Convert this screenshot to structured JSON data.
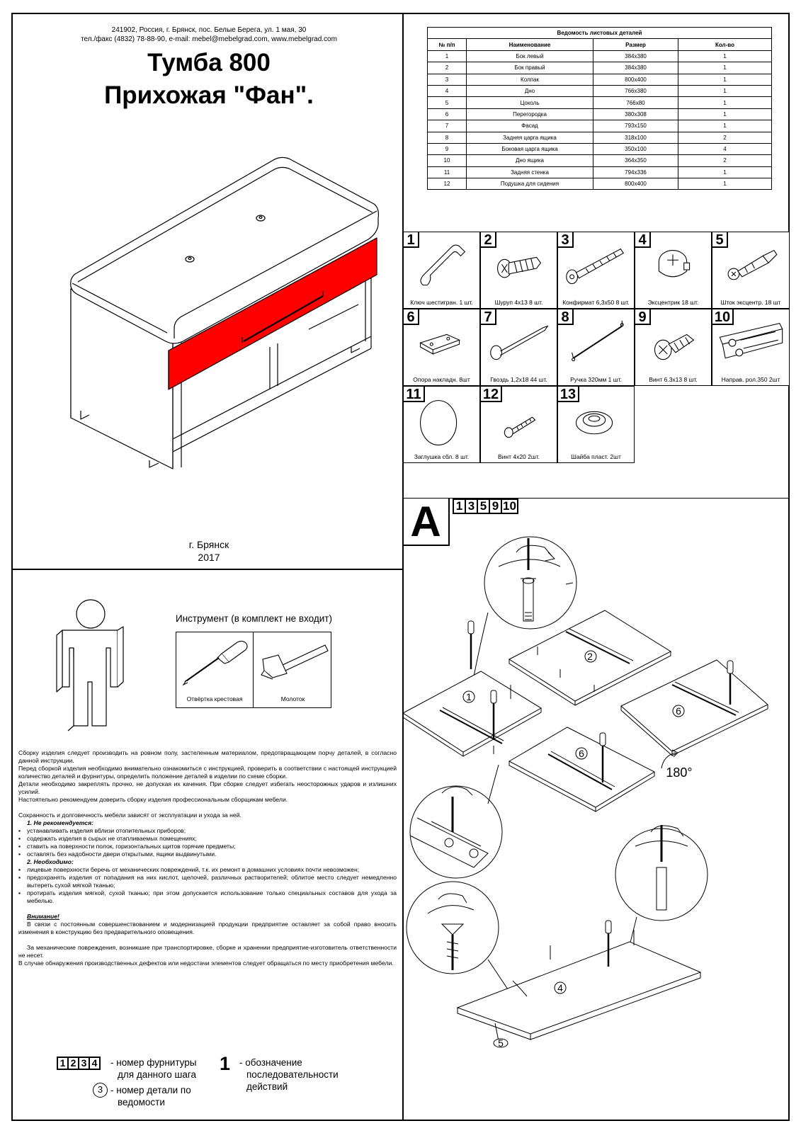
{
  "cover": {
    "address_line1": "241902, Россия, г. Брянск, пос. Белые Берега, ул. 1 мая, 30",
    "address_line2": "тел./факс (4832) 78-88-90, e-mail: mebel@mebelgrad.com, www.mebelgrad.com",
    "title_line1": "Тумба 800",
    "title_line2": "Прихожая \"Фан\".",
    "city": "г. Брянск",
    "year": "2017",
    "accent_color": "#ff0000"
  },
  "parts_table": {
    "caption": "Ведомость листовых деталей",
    "headers": [
      "№ п/п",
      "Наименование",
      "Размер",
      "Кол-во"
    ],
    "rows": [
      [
        "1",
        "Бок левый",
        "384x380",
        "1"
      ],
      [
        "2",
        "Бок правый",
        "384x380",
        "1"
      ],
      [
        "3",
        "Колпак",
        "800x400",
        "1"
      ],
      [
        "4",
        "Дно",
        "766x380",
        "1"
      ],
      [
        "5",
        "Цоколь",
        "766x80",
        "1"
      ],
      [
        "6",
        "Перегородка",
        "380x308",
        "1"
      ],
      [
        "7",
        "Фасад",
        "793x150",
        "1"
      ],
      [
        "8",
        "Задняя царга ящика",
        "318x100",
        "2"
      ],
      [
        "9",
        "Боковая царга ящика",
        "350x100",
        "4"
      ],
      [
        "10",
        "Дно ящика",
        "364x350",
        "2"
      ],
      [
        "11",
        "Задняя стенка",
        "794x336",
        "1"
      ],
      [
        "12",
        "Подушка для сидения",
        "800x400",
        "1"
      ]
    ]
  },
  "hardware": [
    {
      "num": "1",
      "label": "Ключ шестигран. 1 шт.",
      "icon": "hex-key-icon"
    },
    {
      "num": "2",
      "label": "Шуруп 4x13 8 шт.",
      "icon": "screw-icon"
    },
    {
      "num": "3",
      "label": "Конфирмат 6,3x50 8 шт.",
      "icon": "confirmat-screw-icon"
    },
    {
      "num": "4",
      "label": "Эксцентрик 18 шт.",
      "icon": "eccentric-icon"
    },
    {
      "num": "5",
      "label": "Шток эксцентр. 18 шт",
      "icon": "eccentric-rod-icon"
    },
    {
      "num": "6",
      "label": "Опора накладн. 8шт",
      "icon": "foot-pad-icon"
    },
    {
      "num": "7",
      "label": "Гвоздь 1,2x18 44 шт.",
      "icon": "nail-icon"
    },
    {
      "num": "8",
      "label": "Ручка 320мм 1 шт.",
      "icon": "handle-icon"
    },
    {
      "num": "9",
      "label": "Винт 6.3x13 8 шт.",
      "icon": "bolt-icon"
    },
    {
      "num": "10",
      "label": "Направ. рол.350 2шт",
      "icon": "drawer-rail-icon"
    },
    {
      "num": "11",
      "label": "Заглушка сбл. 8 шт.",
      "icon": "cap-icon"
    },
    {
      "num": "12",
      "label": "Винт 4x20 2шт.",
      "icon": "small-screw-icon"
    },
    {
      "num": "13",
      "label": "Шайба пласт. 2шт",
      "icon": "washer-icon"
    }
  ],
  "step_a": {
    "letter": "A",
    "parts": [
      "1",
      "3",
      "5",
      "9",
      "10"
    ],
    "rotate_label": "180°",
    "detail_labels": [
      "1",
      "2",
      "6",
      "6",
      "4",
      "5"
    ]
  },
  "tools": {
    "title": "Инструмент (в комплект не входит)",
    "items": [
      "Отвёртка крестовая",
      "Молоток"
    ]
  },
  "instructions": {
    "p1": "Сборку изделия следует производить на ровном полу, застеленным материалом, предотвращающем порчу деталей, в согласно данной инструкции.",
    "p2": "Перед сборкой изделия необходимо внимательно ознакомиться с инструкцией, проверить в соответствии с настоящей инструкцией количество деталей и фурнитуры, определить положение деталей в изделии по схеме сборки.",
    "p3": "Детали необходимо закреплять прочно, не допуская их качения. При сборке следует избегать неосторожных ударов и излишних усилий.",
    "p4": "Настоятельно рекомендуем доверить сборку изделия профессиональным сборщикам мебели.",
    "p5": "Сохранность и долговечность мебели зависят от эксплуатации и ухода за ней.",
    "h1": "1. Не рекомендуется:",
    "list1": [
      "устанавливать изделия вблизи отопительных приборов;",
      "содержать изделия в сырых не отапливаемых помещениях;",
      "ставить на поверхности полок, горизонтальных щитов горячие предметы;",
      "оставлять без надобности двери открытыми, ящики выдвинутыми."
    ],
    "h2": "2. Необходимо:",
    "list2": [
      "лицевые поверхности беречь от механических повреждений, т.к. их ремонт в домашних условиях почти невозможен;",
      "предохранять изделия от попадания на них кислот, щелочей, различных растворителей; облитое место следует немедленно вытереть сухой мягкой тканью;",
      "протирать изделия мягкой, сухой тканью; при этом допускается использование только специальных составов для ухода за мебелью."
    ],
    "h3": "Внимание!",
    "p6": "В связи с постоянным совершенствованием и модернизацией продукции предприятие оставляет за собой право вносить изменения в конструкцию без предварительного оповещения.",
    "p7": "За механические повреждения, возникшие при транспортировке, сборке и хранении предприятие-изготовитель ответственности не несет.",
    "p8": "В случае обнаружения производственных дефектов или недостачи элементов следует обращаться по месту приобретения мебели."
  },
  "legend": {
    "sample_nums": [
      "1",
      "2",
      "3",
      "4"
    ],
    "hardware_text_1": "- номер фурнитуры",
    "hardware_text_2": "для данного шага",
    "part_sample": "3",
    "part_text_1": "- номер детали по",
    "part_text_2": "ведомости",
    "step_sample": "1",
    "step_text_1": "- обозначение",
    "step_text_2": "последовательности",
    "step_text_3": "действий"
  }
}
